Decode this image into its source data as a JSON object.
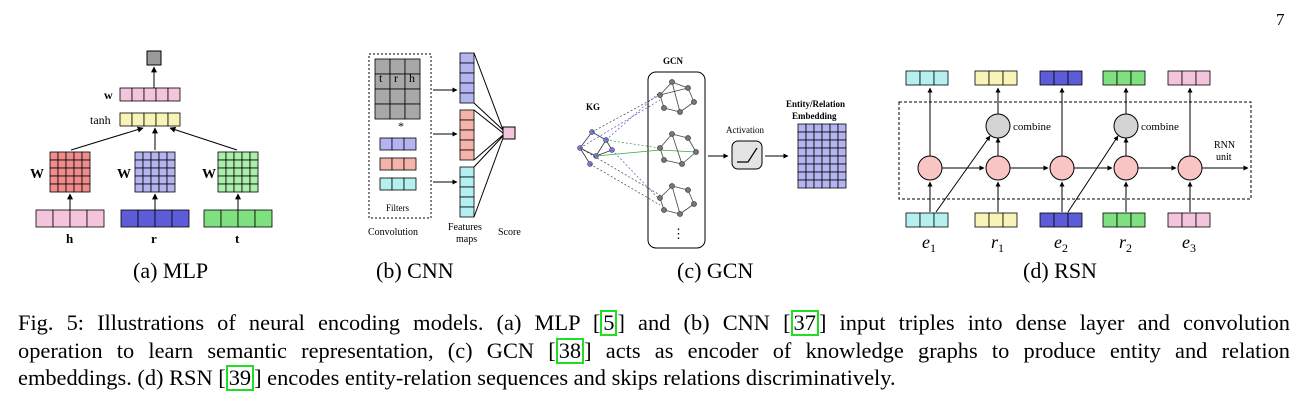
{
  "page_number": "7",
  "mlp": {
    "input_labels": [
      "h",
      "r",
      "t"
    ],
    "weight_label": "W",
    "hidden_activation": "tanh",
    "output_weight_label": "w",
    "caption": "(a) MLP"
  },
  "cnn": {
    "filter_letters": [
      "t",
      "r",
      "h"
    ],
    "operator": "*",
    "filters_label": "Filters",
    "convolution_label": "Convolution",
    "feature_maps_label_line1": "Features",
    "feature_maps_label_line2": "maps",
    "score_label": "Score",
    "caption": "(b) CNN"
  },
  "gcn": {
    "kg_label": "KG",
    "gcn_label": "GCN",
    "activation_label": "Activation",
    "embedding_label_line1": "Entity/Relation",
    "embedding_label_line2": "Embedding",
    "ellipsis": "⋮",
    "caption": "(c) GCN"
  },
  "rsn": {
    "combine_label": "combine",
    "rnn_label_line1": "RNN",
    "rnn_label_line2": "unit",
    "sequence_labels": [
      {
        "base": "e",
        "sub": "1"
      },
      {
        "base": "r",
        "sub": "1"
      },
      {
        "base": "e",
        "sub": "2"
      },
      {
        "base": "r",
        "sub": "2"
      },
      {
        "base": "e",
        "sub": "3"
      }
    ],
    "caption": "(d) RSN"
  },
  "colors": {
    "pink": "#f4c4dc",
    "lilac": "#c8c8f4",
    "blue": "#5c5cd8",
    "green": "#7ee07e",
    "yellow": "#f8f4b8",
    "cyan": "#b4f0f0",
    "salmon": "#f4b4ac",
    "red_grid": "#f08c8c",
    "lilac_grid": "#b4b4f0",
    "green_grid": "#aaf0aa",
    "node_pink": "#f8c4c4",
    "node_grey": "#d4d4d4",
    "citation_box": "#22dd22"
  },
  "caption": {
    "line1": {
      "p1": "Fig. 5: Illustrations of neural encoding models. (a) MLP [",
      "c1": "5",
      "p2": "] and (b) CNN [",
      "c2": "37",
      "p3": "] input triples into dense layer and convolution"
    },
    "line2": {
      "p1": "operation to learn semantic representation, (c) GCN [",
      "c1": "38",
      "p2": "] acts as encoder of knowledge graphs to produce entity and relation"
    },
    "line3": {
      "p1": "embeddings. (d) RSN [",
      "c1": "39",
      "p2": "] encodes entity-relation sequences and skips relations discriminatively."
    }
  }
}
